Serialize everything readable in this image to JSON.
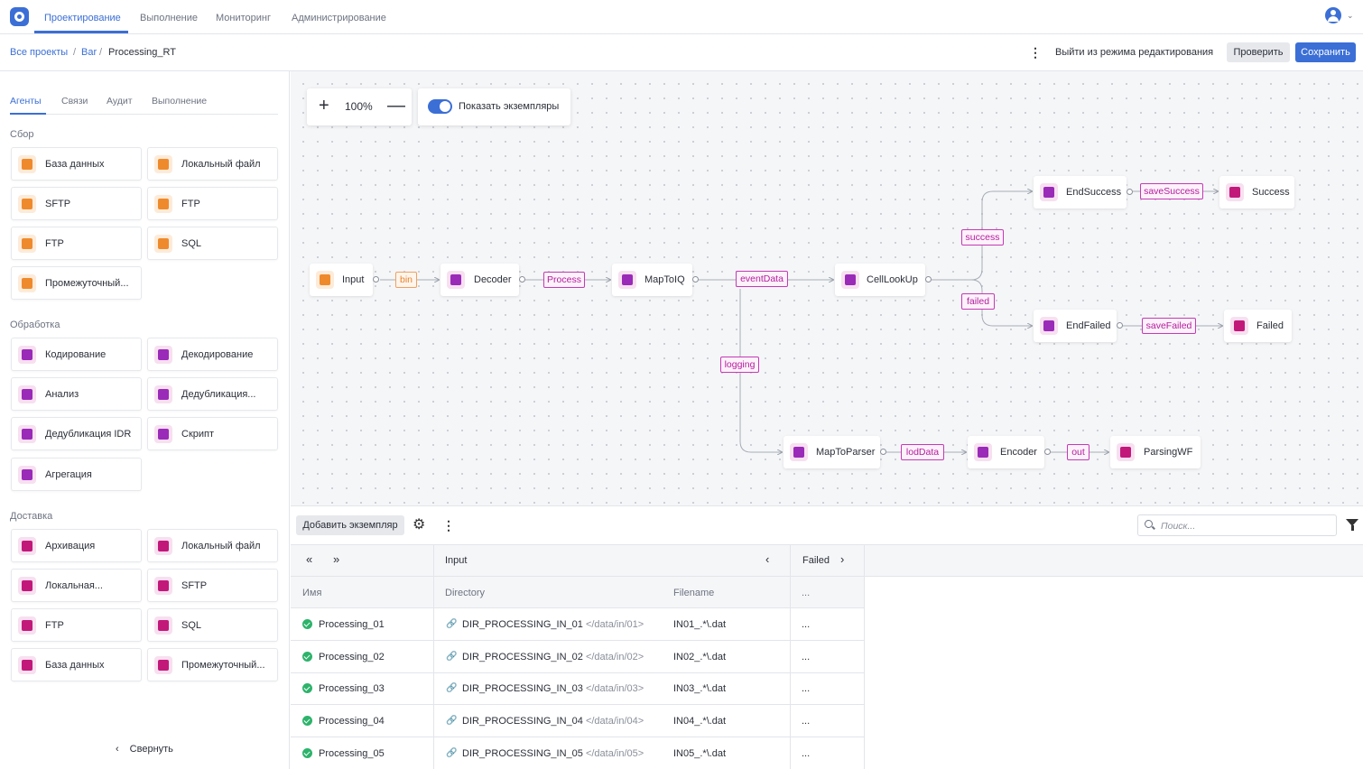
{
  "topnav": {
    "tabs": [
      "Проектирование",
      "Выполнение",
      "Мониторинг",
      "Администрирование"
    ],
    "active": 0
  },
  "breadcrumb": {
    "all_projects": "Все проекты",
    "sep": "/",
    "project": "Bar",
    "current": "Processing_RT"
  },
  "header": {
    "exit_label": "Выйти из режима редактирования",
    "check_label": "Проверить",
    "save_label": "Сохранить"
  },
  "left": {
    "tabs": [
      "Агенты",
      "Связи",
      "Аудит",
      "Выполнение"
    ],
    "sections": {
      "collect": "Сбор",
      "process": "Обработка",
      "deliver": "Доставка"
    },
    "collect_items": [
      "База данных",
      "Локальный файл",
      "SFTP",
      "FTP",
      "FTP",
      "SQL",
      "Промежуточный..."
    ],
    "process_items": [
      "Кодирование",
      "Декодирование",
      "Анализ",
      "Дедубликация...",
      "Дедубликация IDR",
      "Скрипт",
      "Агрегация"
    ],
    "deliver_items": [
      "Архивация",
      "Локальный файл",
      "Локальная...",
      "SFTP",
      "FTP",
      "SQL",
      "База данных",
      "Промежуточный..."
    ],
    "collapse_label": "Свернуть"
  },
  "canvas": {
    "zoom": "100%",
    "zoom_in": "+",
    "zoom_out": "—",
    "show_instances_label": "Показать экземпляры",
    "show_instances": true,
    "nodes": {
      "input": "Input",
      "decoder": "Decoder",
      "maptoiq": "MapToIQ",
      "celllookup": "CellLookUp",
      "endsuccess": "EndSuccess",
      "success": "Success",
      "endfailed": "EndFailed",
      "failed": "Failed",
      "maptoparser": "MapToParser",
      "encoder": "Encoder",
      "parsingwf": "ParsingWF"
    },
    "connectors": {
      "bin": "bin",
      "process": "Process",
      "eventdata": "eventData",
      "success": "success",
      "failed": "failed",
      "savesuccess": "saveSuccess",
      "savefailed": "saveFailed",
      "logging": "logging",
      "loddata": "lodData",
      "out": "out"
    }
  },
  "bottom": {
    "add_instance_label": "Добавить экземпляр",
    "search_placeholder": "Поиск...",
    "group_input": "Input",
    "group_failed": "Failed",
    "columns": {
      "name": "Имя",
      "directory": "Directory",
      "filename": "Filename",
      "more": "..."
    },
    "rows": [
      {
        "name": "Processing_01",
        "dir": "DIR_PROCESSING_IN_01",
        "path": "</data/in/01>",
        "file": "IN01_.*\\.dat",
        "more": "..."
      },
      {
        "name": "Processing_02",
        "dir": "DIR_PROCESSING_IN_02",
        "path": "</data/in/02>",
        "file": "IN02_.*\\.dat",
        "more": "..."
      },
      {
        "name": "Processing_03",
        "dir": "DIR_PROCESSING_IN_03",
        "path": "</data/in/03>",
        "file": "IN03_.*\\.dat",
        "more": "..."
      },
      {
        "name": "Processing_04",
        "dir": "DIR_PROCESSING_IN_04",
        "path": "</data/in/04>",
        "file": "IN04_.*\\.dat",
        "more": "..."
      },
      {
        "name": "Processing_05",
        "dir": "DIR_PROCESSING_IN_05",
        "path": "</data/in/05>",
        "file": "IN05_.*\\.dat",
        "more": "..."
      }
    ]
  },
  "colors": {
    "accent": "#3b6fd6",
    "orange": "#ef8a2c",
    "magenta": "#c2187a",
    "status_ok": "#2db36b"
  }
}
